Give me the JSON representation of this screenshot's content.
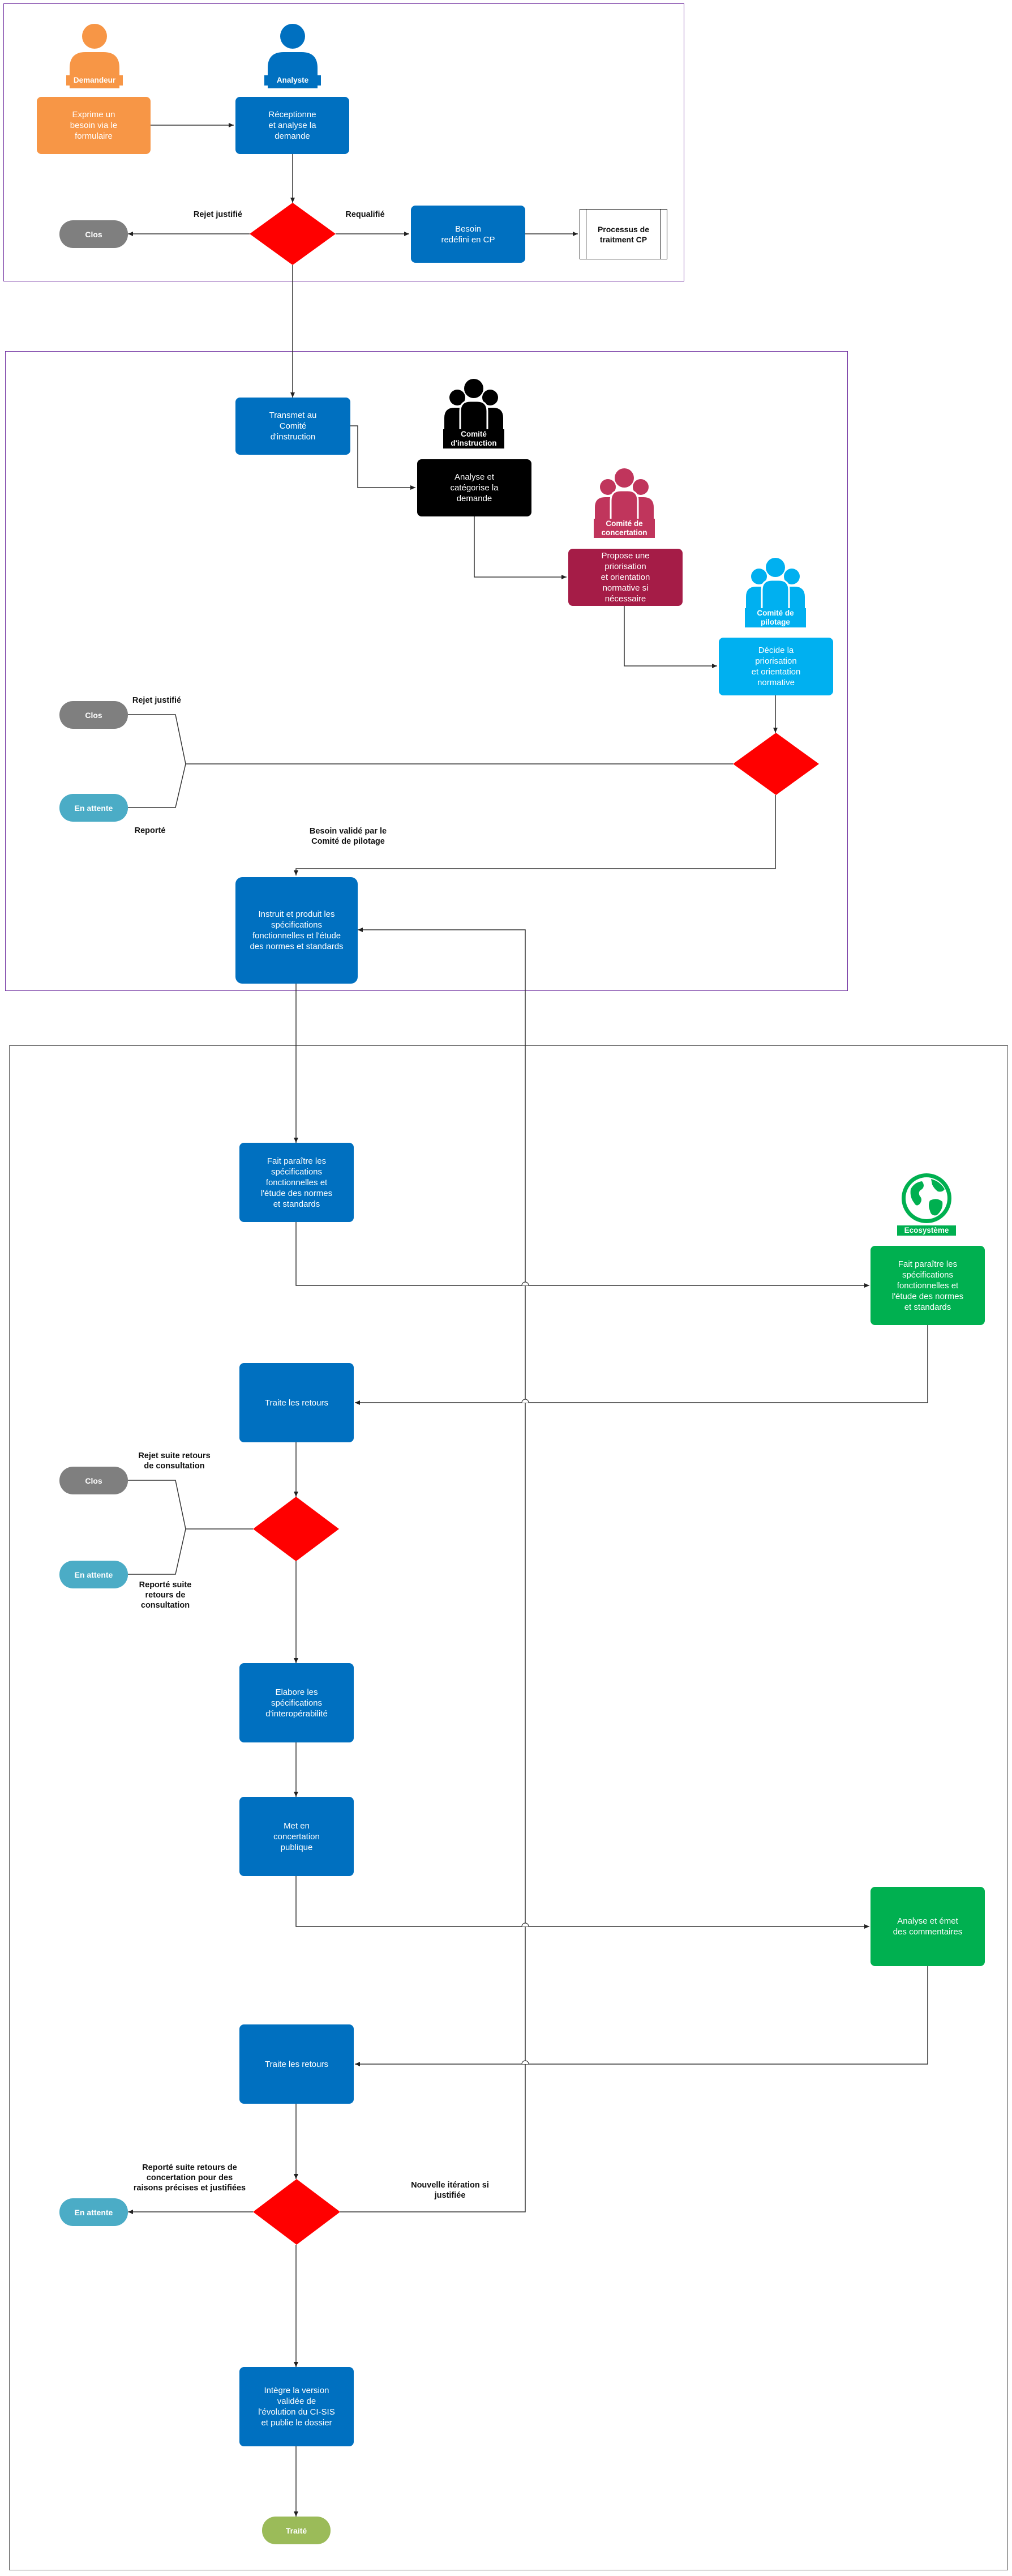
{
  "colors": {
    "blue": "#0070c0",
    "orange": "#f79646",
    "black": "#000000",
    "crimson": "#a51c47",
    "crimson_icon": "#c0355c",
    "lightblue": "#00b0f0",
    "green": "#00b050",
    "gray": "#7f7f7f",
    "teal": "#4bacc6",
    "olive": "#9bbb59",
    "decision": "#ff0000",
    "lane1": "#7030a0",
    "lane2": "#7030a0",
    "lane3": "#555555"
  },
  "actors": {
    "demandeur": {
      "label": "Demandeur",
      "icon": "person-icon"
    },
    "analyste": {
      "label": "Analyste",
      "icon": "person-icon"
    },
    "comite_instruction": {
      "label": "Comité\nd'instruction",
      "icon": "group-icon"
    },
    "comite_concertation": {
      "label": "Comité de\nconcertation",
      "icon": "group-icon"
    },
    "comite_pilotage": {
      "label": "Comité de\npilotage",
      "icon": "group-icon"
    },
    "ecosysteme": {
      "label": "Ecosystème",
      "icon": "globe-icon"
    }
  },
  "steps": {
    "exprime": "Exprime un\nbesoin via le\nformulaire",
    "receptionne": "Réceptionne\net analyse la\ndemande",
    "besoin_redefini": "Besoin\nredéfini en CP",
    "processus_cp": "Processus de\ntraitment CP",
    "transmet": "Transmet au\nComité\nd'instruction",
    "analyse_categorise": "Analyse et\ncatégorise la\ndemande",
    "propose": "Propose une\npriorisation\net orientation\nnormative si\nnécessaire",
    "decide": "Décide la\npriorisation\net orientation\nnormative",
    "instruit": "Instruit et produit les\nspécifications\nfonctionnelles et l'étude\ndes normes et standards",
    "fait_paraitre_analyst": "Fait paraître les\nspécifications\nfonctionnelles et\nl'étude des normes\net standards",
    "fait_paraitre_eco": "Fait paraître les\nspécifications\nfonctionnelles et\nl'étude des normes\net standards",
    "traite_retours_1": "Traite les retours",
    "elabore": "Elabore les\nspécifications\nd'interopérabilité",
    "met_en_concertation": "Met en\nconcertation\npublique",
    "analyse_emet": "Analyse et émet\ndes commentaires",
    "traite_retours_2": "Traite les retours",
    "integre": "Intègre la version\nvalidée de\nl'évolution du CI-SIS\net publie le dossier"
  },
  "states": {
    "clos": "Clos",
    "en_attente": "En attente",
    "traite": "Traité"
  },
  "edge_labels": {
    "rejet_justifie_1": "Rejet justifié",
    "requalifie": "Requalifié",
    "rejet_justifie_2": "Rejet justifié",
    "reporte": "Reporté",
    "besoin_valide": "Besoin validé par le\nComité de pilotage",
    "rejet_suite": "Rejet suite retours\nde consultation",
    "reporte_suite": "Reporté suite\nretours de\nconsultation",
    "reporte_concertation": "Reporté suite retours de\nconcertation pour des\nraisons précises et justifiées",
    "nouvelle_iteration": "Nouvelle itération si\njustifiée"
  }
}
